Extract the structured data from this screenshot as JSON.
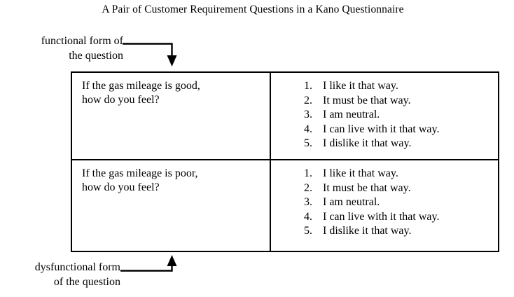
{
  "title": "A Pair of Customer Requirement Questions in a Kano Questionnaire",
  "labels": {
    "functional": {
      "line1": "functional form of",
      "line2": "the question"
    },
    "dysfunctional": {
      "line1": "dysfunctional form",
      "line2": "of the question"
    }
  },
  "table": {
    "rows": [
      {
        "question": {
          "line1": "If the gas mileage is good,",
          "line2": "how do you feel?"
        },
        "answers": [
          {
            "num": "1.",
            "text": "I like it that way."
          },
          {
            "num": "2.",
            "text": "It must be that way."
          },
          {
            "num": "3.",
            "text": "I am neutral."
          },
          {
            "num": "4.",
            "text": "I can live with it that way."
          },
          {
            "num": "5.",
            "text": "I dislike it that way."
          }
        ]
      },
      {
        "question": {
          "line1": "If the gas mileage is poor,",
          "line2": "how do you feel?"
        },
        "answers": [
          {
            "num": "1.",
            "text": "I like it that way."
          },
          {
            "num": "2.",
            "text": "It must be that way."
          },
          {
            "num": "3.",
            "text": "I am neutral."
          },
          {
            "num": "4.",
            "text": "I can live with it that way."
          },
          {
            "num": "5.",
            "text": "I dislike it that way."
          }
        ]
      }
    ]
  },
  "colors": {
    "ink": "#000000",
    "background": "#ffffff"
  }
}
